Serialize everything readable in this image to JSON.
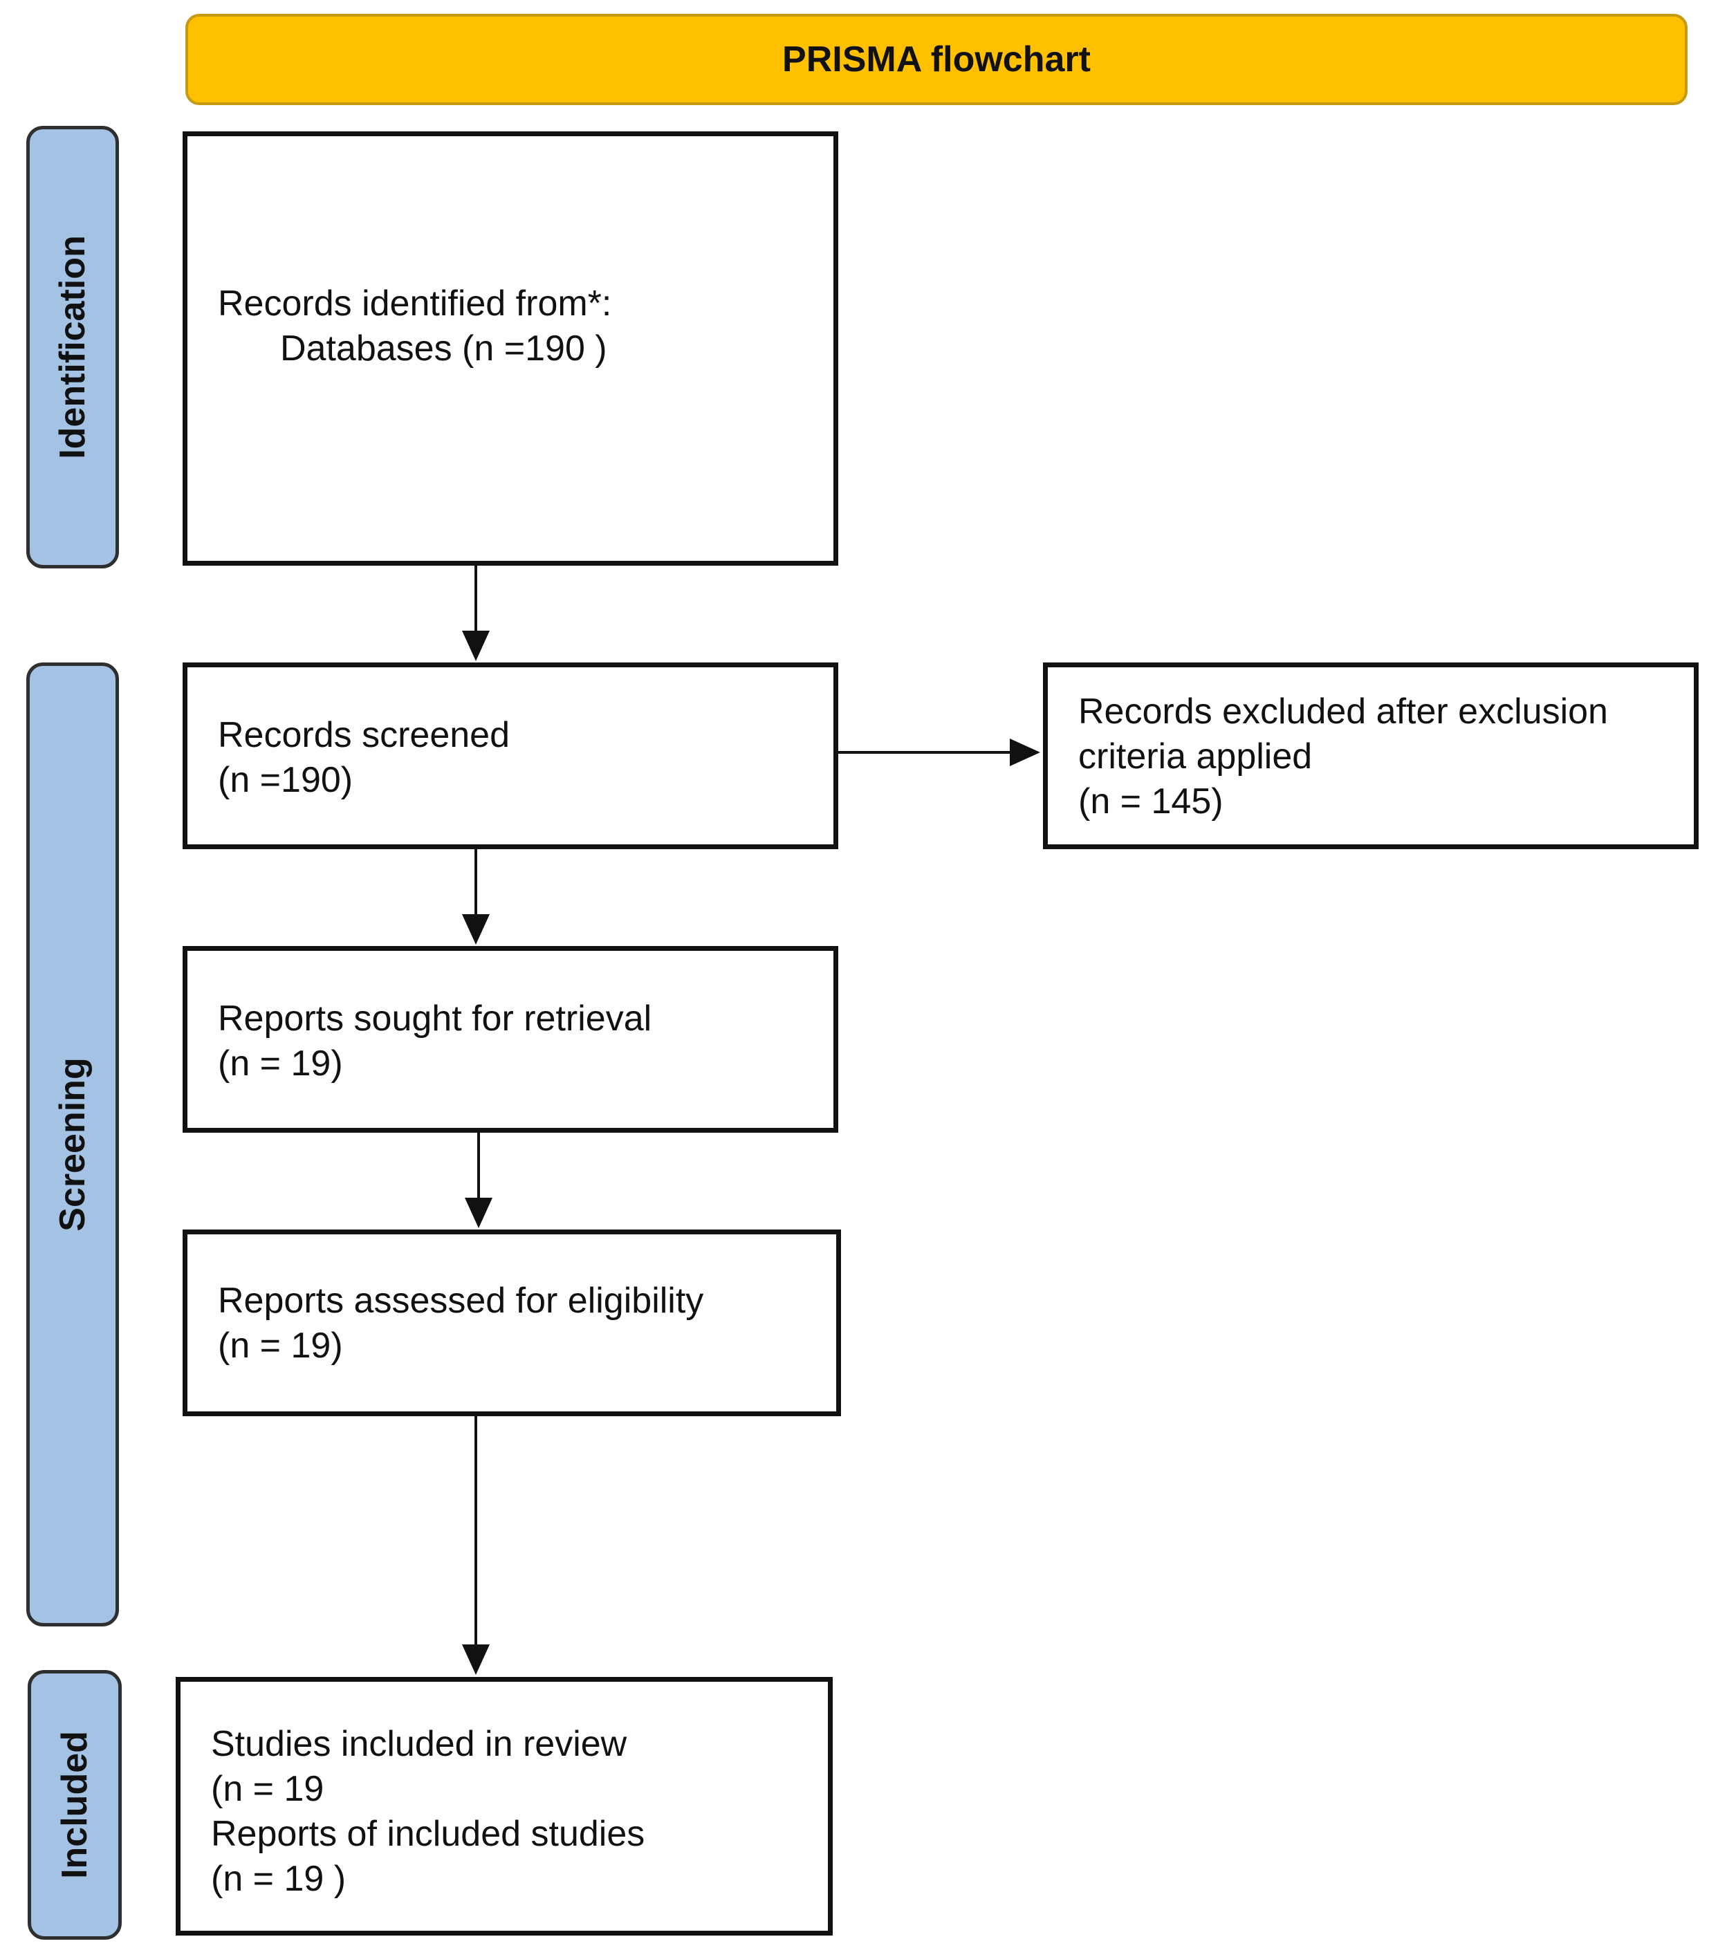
{
  "banner": {
    "title": "PRISMA flowchart",
    "color": "#ffc000"
  },
  "stages": {
    "identification": "Identification",
    "screening": "Screening",
    "included": "Included",
    "color": "#a4c2e3"
  },
  "boxes": {
    "records_identified": {
      "line1": "Records identified from*:",
      "line2": "Databases (n =190 )"
    },
    "records_screened": {
      "line1": "Records screened",
      "line2": "(n =190)"
    },
    "records_excluded": {
      "line1": "Records excluded after exclusion",
      "line2": "criteria applied",
      "line3": "(n = 145)"
    },
    "reports_sought": {
      "line1": "Reports sought for retrieval",
      "line2": "(n = 19)"
    },
    "reports_assessed": {
      "line1": "Reports assessed for eligibility",
      "line2": "(n = 19)"
    },
    "studies_included": {
      "line1": "Studies included in review",
      "line2": "(n = 19",
      "line3": "Reports of included studies",
      "line4": "(n = 19 )"
    }
  }
}
